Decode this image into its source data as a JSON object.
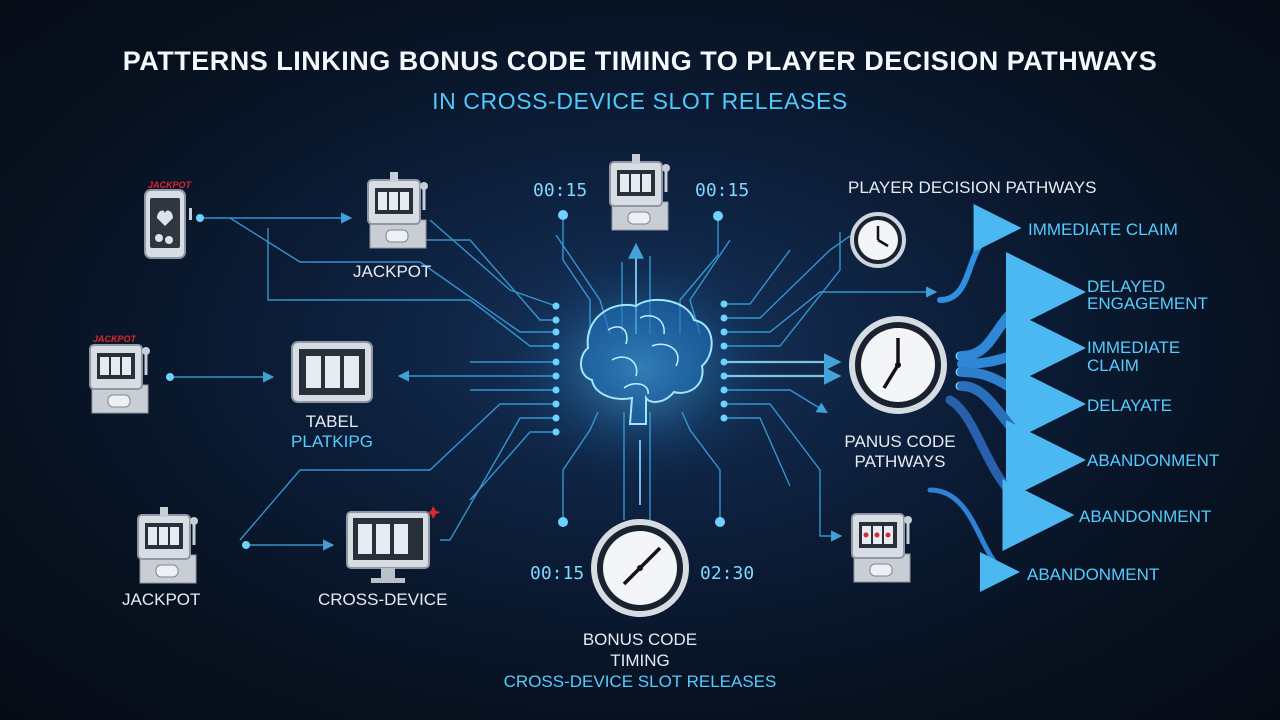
{
  "header": {
    "title": "PATTERNS LINKING BONUS CODE TIMING TO PLAYER DECISION PATHWAYS",
    "subtitle": "IN CROSS-DEVICE SLOT RELEASES"
  },
  "devices": {
    "phone_badge": "JACKPOT",
    "slot_badge": "JACKPOT",
    "slot_top_label": "JACKPOT",
    "tablet_label_1": "TABEL",
    "tablet_label_2": "PLATKIPG",
    "slot_bottom_label": "JACKPOT",
    "monitor_label": "CROSS-DEVICE"
  },
  "timers": {
    "top_left": "00:15",
    "top_right": "00:15",
    "bottom_left": "00:15",
    "bottom_right": "02:30"
  },
  "bottom": {
    "label_1": "BONUS CODE",
    "label_2": "TIMING",
    "label_3": "CROSS-DEVICE SLOT RELEASES"
  },
  "right": {
    "section_title": "PLAYER DECISION PATHWAYS",
    "clock_label_1": "PANUS CODE",
    "clock_label_2": "PATHWAYS",
    "outcomes": [
      "IMMEDIATE CLAIM",
      "DELAYED",
      "ENGAGEMENT",
      "IMMEDIATE",
      "CLAIM",
      "DELAYATE",
      "ABANDONMENT",
      "ABANDONMENT",
      "ABANDONMENT"
    ]
  },
  "colors": {
    "accent": "#54ccff",
    "line": "#3aa8e8",
    "glow": "#7fd9ff",
    "jackpot_red": "#e0242b"
  }
}
